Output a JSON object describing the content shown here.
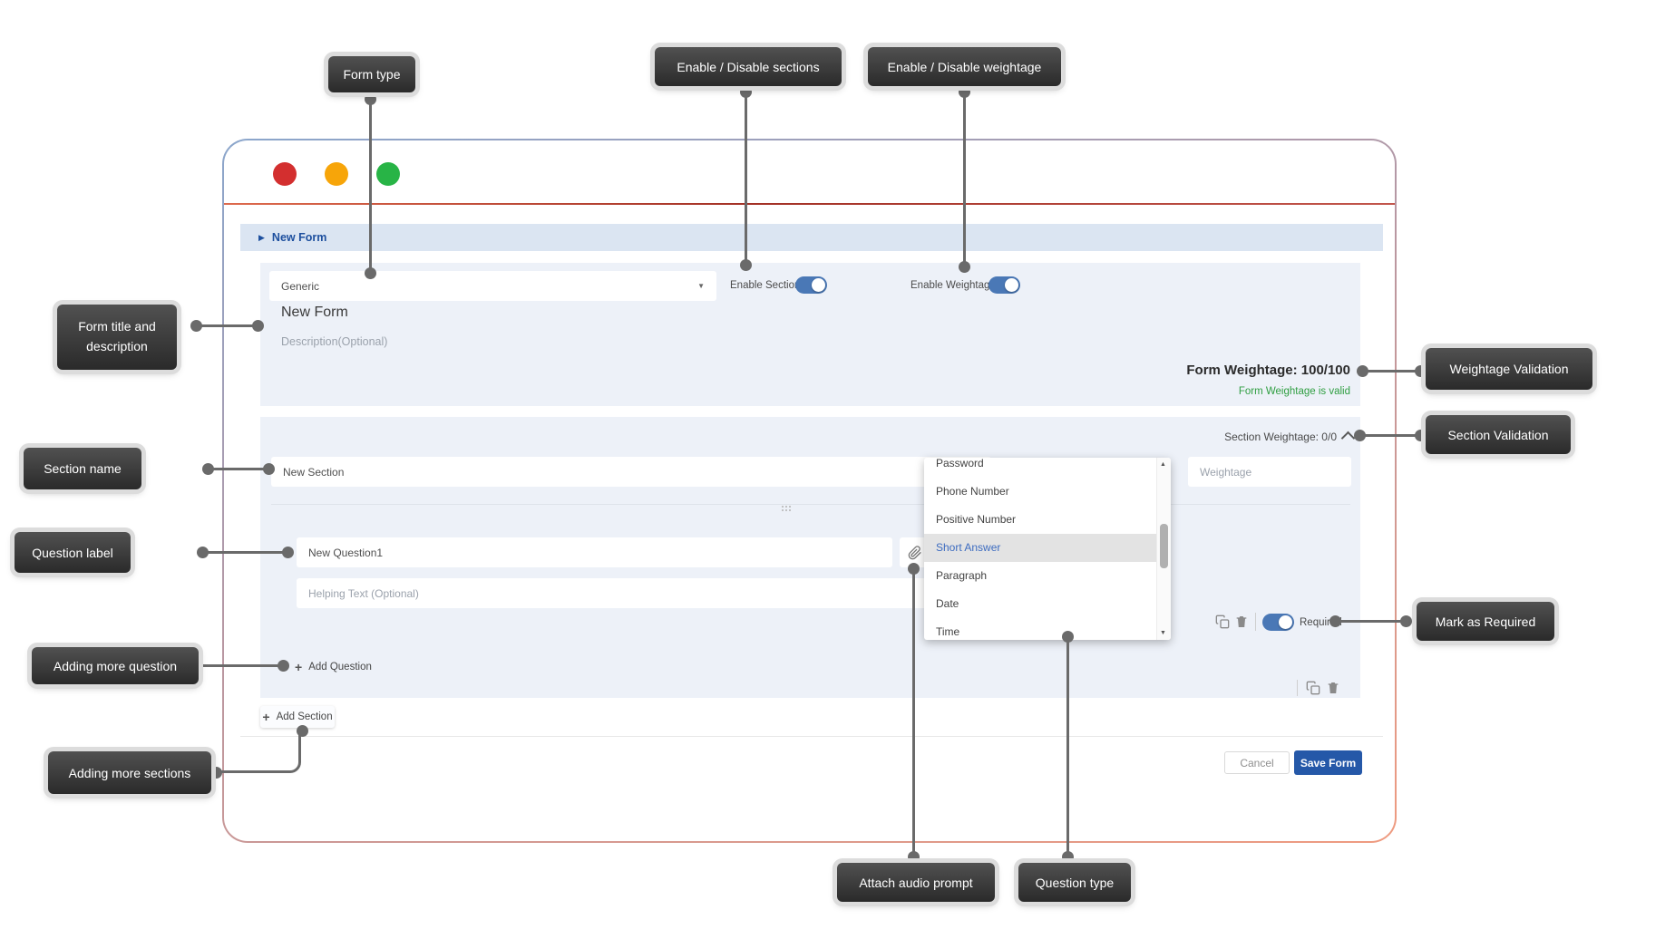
{
  "window": {
    "breadcrumb": {
      "label": "New Form"
    },
    "form_header": {
      "form_type_value": "Generic",
      "enable_sections_label": "Enable Sections",
      "enable_weightage_label": "Enable Weightage",
      "title": "New Form",
      "description_placeholder": "Description(Optional)",
      "weightage_summary": "Form Weightage: 100/100",
      "weightage_status": "Form Weightage is valid"
    },
    "section": {
      "weightage_summary": "Section Weightage: 0/0",
      "name_value": "New Section",
      "weightage_placeholder": "Weightage",
      "question": {
        "label_value": "New Question1",
        "helping_placeholder": "Helping Text (Optional)",
        "required_label": "Required"
      },
      "add_question_label": "Add Question"
    },
    "add_section_label": "Add Section",
    "footer": {
      "cancel_label": "Cancel",
      "save_label": "Save Form"
    },
    "states": {
      "enable_sections_on": true,
      "enable_weightage_on": true,
      "required_on": true
    }
  },
  "dropdown": {
    "items": [
      {
        "label": "Password"
      },
      {
        "label": "Phone Number"
      },
      {
        "label": "Positive Number"
      },
      {
        "label": "Short Answer",
        "selected": true
      },
      {
        "label": "Paragraph"
      },
      {
        "label": "Date"
      },
      {
        "label": "Time"
      }
    ]
  },
  "callouts": {
    "form_type": "Form type",
    "enable_sections": "Enable / Disable sections",
    "enable_weightage": "Enable / Disable weightage",
    "form_title": "Form title and description",
    "weightage_validation": "Weightage Validation",
    "section_validation": "Section Validation",
    "section_name": "Section name",
    "question_label": "Question label",
    "mark_required": "Mark as Required",
    "adding_more_question": "Adding more question",
    "adding_more_sections": "Adding more sections",
    "attach_audio": "Attach audio prompt",
    "question_type": "Question type"
  },
  "icons": {
    "breadcrumb_arrow": "▶",
    "dropdown_caret": "▼",
    "plus": "+",
    "scroll_up": "▲",
    "scroll_down": "▼"
  },
  "colors": {
    "traffic_red": "#d32f2f",
    "traffic_orange": "#f7a509",
    "traffic_green": "#28b446",
    "accent_blue": "#2558a8",
    "toggle_blue": "#4a78b6",
    "valid_green": "#2f9e41",
    "breadcrumb_blue": "#1d4f9e"
  }
}
